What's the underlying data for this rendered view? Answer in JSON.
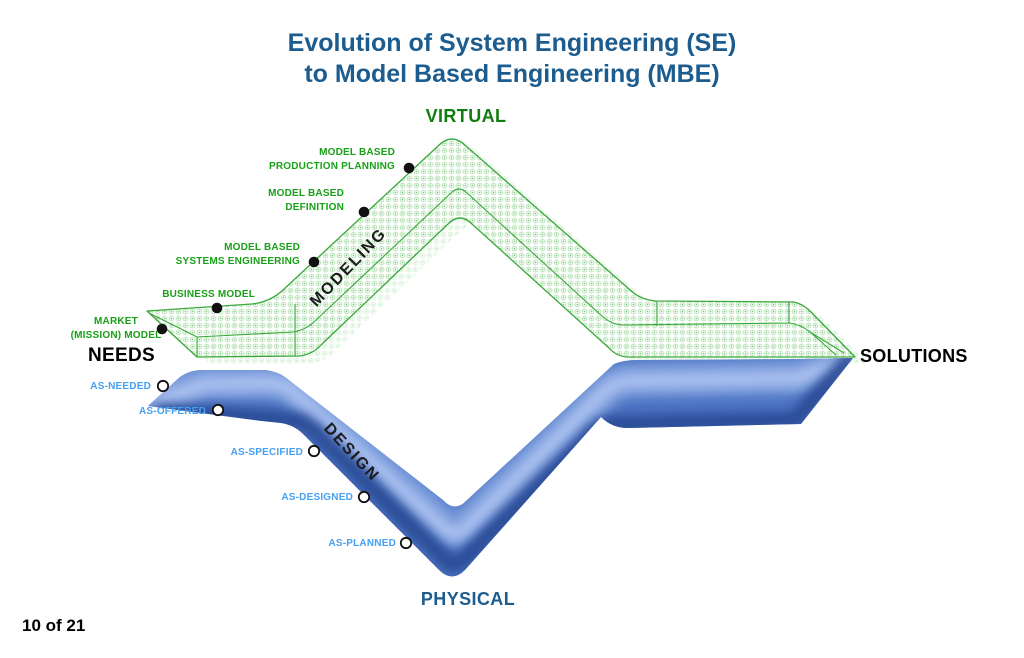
{
  "slide": {
    "title_line1": "Evolution of System Engineering (SE)",
    "title_line2": "to Model Based Engineering (MBE)",
    "page_indicator": "10 of 21"
  },
  "diagram": {
    "endpoints": {
      "left": "NEEDS",
      "right": "SOLUTIONS"
    },
    "upper_band": {
      "apex_label": "VIRTUAL",
      "path_label": "MODELING",
      "edge_color": "#3aa83a",
      "apex_label_color": "#0f7d0f",
      "milestone_label_color": "#18a018",
      "marker_style": "filled-black-dot",
      "milestones": [
        {
          "label": "MARKET\n(MISSION) MODEL"
        },
        {
          "label": "BUSINESS MODEL"
        },
        {
          "label": "MODEL BASED\nSYSTEMS ENGINEERING"
        },
        {
          "label": "MODEL BASED\nDEFINITION"
        },
        {
          "label": "MODEL BASED\nPRODUCTION PLANNING"
        }
      ]
    },
    "lower_band": {
      "apex_label": "PHYSICAL",
      "path_label": "DESIGN",
      "band_color": "#4d74c3",
      "band_highlight_color": "#a9c0ef",
      "band_shadow_color": "#2b4b95",
      "apex_label_color": "#1c5c8e",
      "milestone_label_color": "#46a0f2",
      "marker_style": "open-white-dot",
      "milestones": [
        {
          "label": "AS-NEEDED"
        },
        {
          "label": "AS-OFFERED"
        },
        {
          "label": "AS-SPECIFIED"
        },
        {
          "label": "AS-DESIGNED"
        },
        {
          "label": "AS-PLANNED"
        }
      ]
    },
    "title_color": "#1c5c8e"
  }
}
